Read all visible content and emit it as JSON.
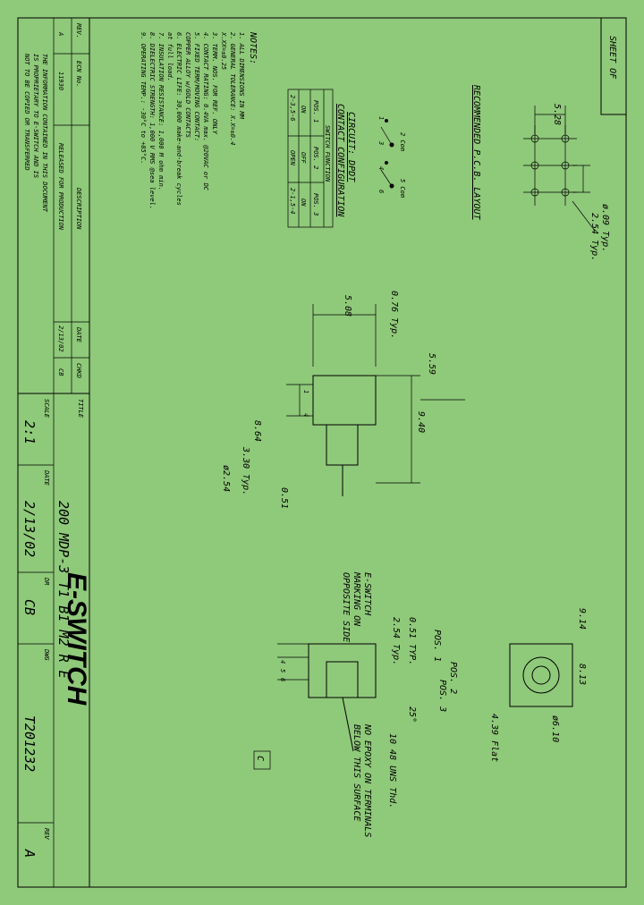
{
  "sheet_label": "SHEET OF",
  "pcb_title": "RECOMMENDED P.C.B. LAYOUT",
  "pcb_dims": {
    "pitch_v": "5.28",
    "hole": "ø.09 Typ.",
    "pitch_h": "2.54 Typ."
  },
  "circuit": {
    "title": "CIRCUIT: DPDT",
    "subtitle": "CONTACT CONFIGURATION",
    "pins": [
      "2 Com",
      "5 Com",
      "1",
      "3",
      "4",
      "6"
    ],
    "table_header": "SWITCH FUNCTION",
    "positions": [
      "POS. 1",
      "POS. 2",
      "POS. 3"
    ],
    "row1": [
      "ON",
      "OFF",
      "ON"
    ],
    "row2": [
      "2-3,5-6",
      "OPEN",
      "2-1,5-4"
    ]
  },
  "notes": {
    "title": "NOTES:",
    "lines": [
      "1. ALL DIMENSIONS IN MM",
      "2. GENERAL TOLERANCE: X.X=±0.4",
      "                     X.XX=±0.25",
      "3. TERM. NOS. FOR REF. ONLY",
      "4. CONTACT RATING: 0.4VA max. @20VAC or DC",
      "5. FIXED TERM/MOVING CONTACT:",
      "      COPPER ALLOY w/GOLD CONTACTS",
      "6. ELECTRIC LIFE: 30,000 make-and-break cycles",
      "      at full load.",
      "7. INSULATION RESISTANCE: 1,000 M ohm min.",
      "8. DIELECTRIC STRENGTH: 1,000 V RMS @sea level.",
      "9. OPERATING TEMP.: -30°C to +85°C."
    ]
  },
  "revision": {
    "headers": [
      "REV.",
      "ECN No.",
      "DESCRIPTION",
      "DATE",
      "CHKD"
    ],
    "row": [
      "A",
      "11930",
      "RELEASED FOR PRODUCTION",
      "2/13/02",
      "CB"
    ]
  },
  "proprietary": [
    "THE INFORMATION CONTAINED IN THIS DOCUMENT",
    "IS PROPRIETARY TO E-SWITCH AND IS",
    "NOT TO BE COPIED OR TRANSFERRED"
  ],
  "title_block": {
    "title_label": "TITLE",
    "title": "200 MDP-3 T1 B1 M2 R E",
    "logo": "E-SWITCH",
    "scale_label": "SCALE",
    "scale": "2:1",
    "date_label": "DATE",
    "date": "2/13/02",
    "dr_label": "DR",
    "dr": "CB",
    "dwg_label": "DWG",
    "dwg": "T201232",
    "rev_label": "REV",
    "rev": "A"
  },
  "side_view": {
    "dims": [
      "5.59",
      "9.40",
      "0.76 Typ.",
      "5.08",
      "ø2.54",
      "8.64",
      "3.30 Typ.",
      "0.51"
    ],
    "pins": [
      "1",
      "4"
    ]
  },
  "end_view": {
    "dims": [
      "0.51 TYP.",
      "2.54 Typ."
    ],
    "pins": [
      "4",
      "5",
      "6"
    ],
    "callout": [
      "E-SWITCH",
      "MARKING ON",
      "OPPOSITE SIDE"
    ],
    "positions": [
      "POS. 1",
      "POS. 2",
      "POS. 3"
    ],
    "angle": "25°",
    "thread": "10 48 UNS Thd.",
    "epoxy": [
      "NO EPOXY ON TERMINALS",
      "BELOW THIS SURFACE"
    ],
    "marker": "C"
  },
  "front_view": {
    "dims": [
      "9.14",
      "8.13",
      "4.39 Flat",
      "ø6.10"
    ]
  }
}
